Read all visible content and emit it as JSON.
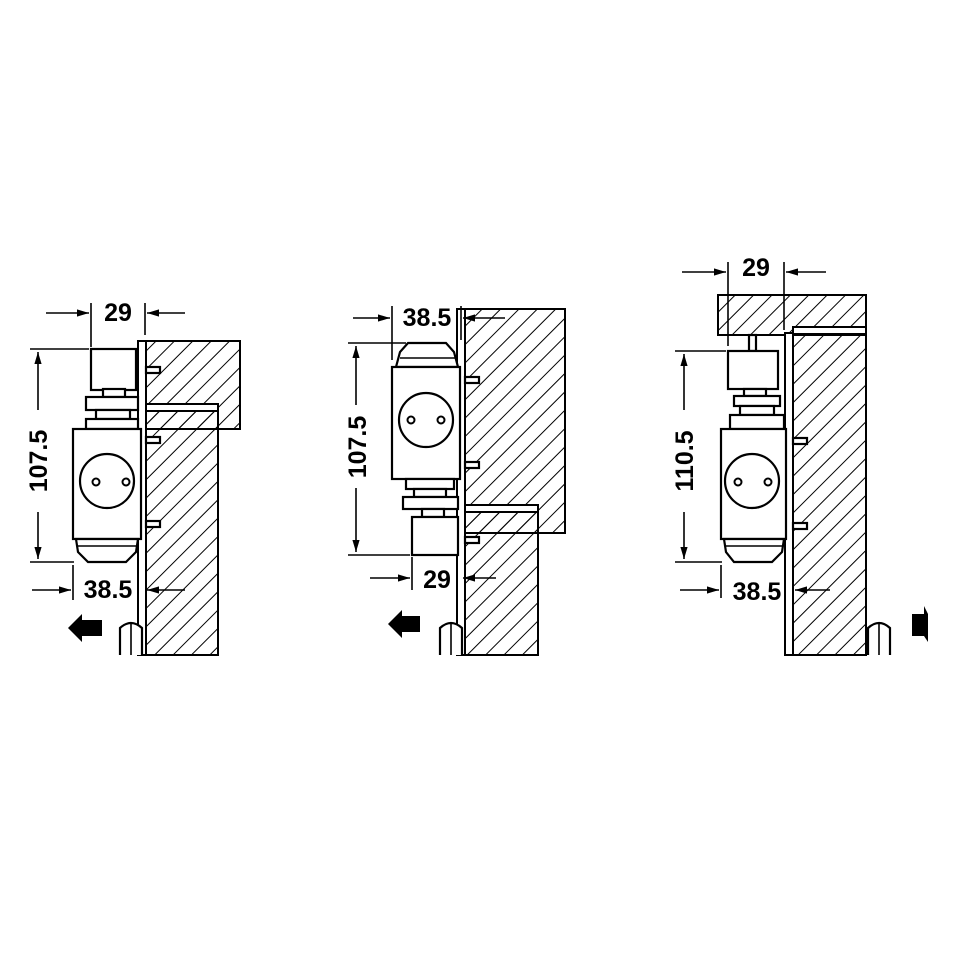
{
  "figures": [
    {
      "id": "left",
      "dimensions": {
        "top_width": "29",
        "height": "107.5",
        "bottom_width": "38.5"
      },
      "direction": "left"
    },
    {
      "id": "middle",
      "dimensions": {
        "top_width": "38.5",
        "height": "107.5",
        "bottom_width": "29"
      },
      "direction": "left"
    },
    {
      "id": "right",
      "dimensions": {
        "top_width": "29",
        "height": "110.5",
        "bottom_width": "38.5"
      },
      "direction": "right"
    }
  ],
  "icons": {
    "direction_arrow": "arrow-left-icon",
    "direction_marker": "arrow-right-icon"
  },
  "colors": {
    "line": "#000000",
    "background": "#ffffff"
  }
}
